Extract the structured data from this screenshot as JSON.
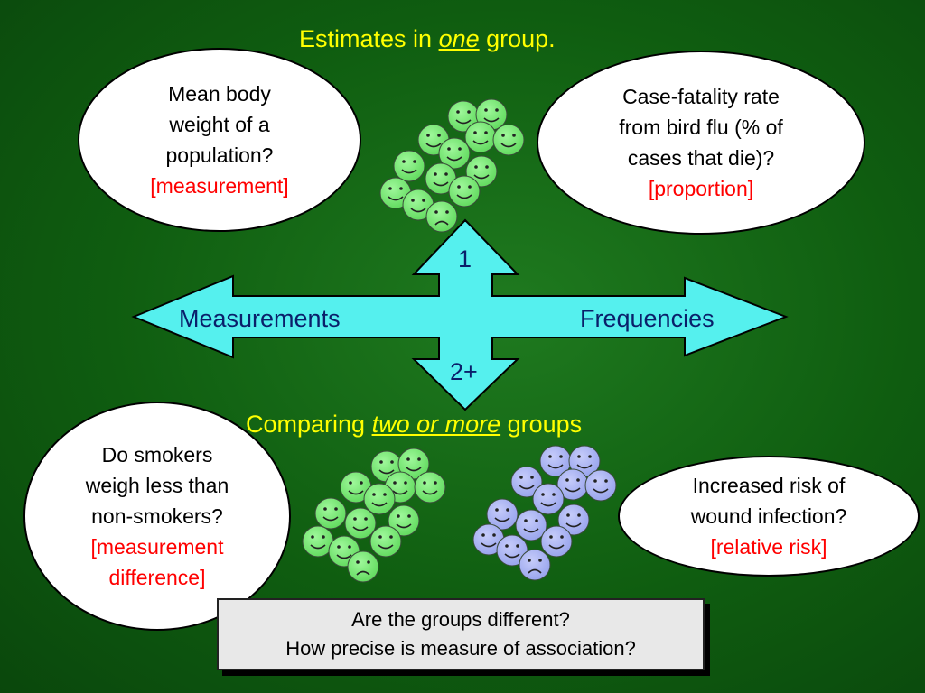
{
  "title_top": {
    "prefix": "Estimates in ",
    "emph": "one",
    "suffix": " group."
  },
  "title_bottom": {
    "prefix": "Comparing ",
    "emph": "two or more",
    "suffix": " groups"
  },
  "bubbles": {
    "mean_weight": {
      "line1": "Mean body",
      "line2": "weight of a",
      "line3": "population?",
      "tag": "[measurement]"
    },
    "case_fatality": {
      "line1": "Case-fatality rate",
      "line2": "from bird flu (% of",
      "line3": "cases that die)?",
      "tag": "[proportion]"
    },
    "smokers": {
      "line1": "Do smokers",
      "line2": "weigh less than",
      "line3": "non-smokers?",
      "tag1": "[measurement",
      "tag2": "difference]"
    },
    "risk": {
      "line1": "Increased risk of",
      "line2": "wound infection?",
      "tag": "[relative risk]"
    }
  },
  "arrow": {
    "left_label": "Measurements",
    "right_label": "Frequencies",
    "up_label": "1",
    "down_label": "2+"
  },
  "question": {
    "line1": "Are the groups different?",
    "line2": "How precise is measure of association?"
  },
  "colors": {
    "title": "#ffff00",
    "tag": "#ff0000",
    "arrow_fill": "#55f0ee",
    "green_face": "#7df07a",
    "blue_face": "#aab4f2"
  }
}
